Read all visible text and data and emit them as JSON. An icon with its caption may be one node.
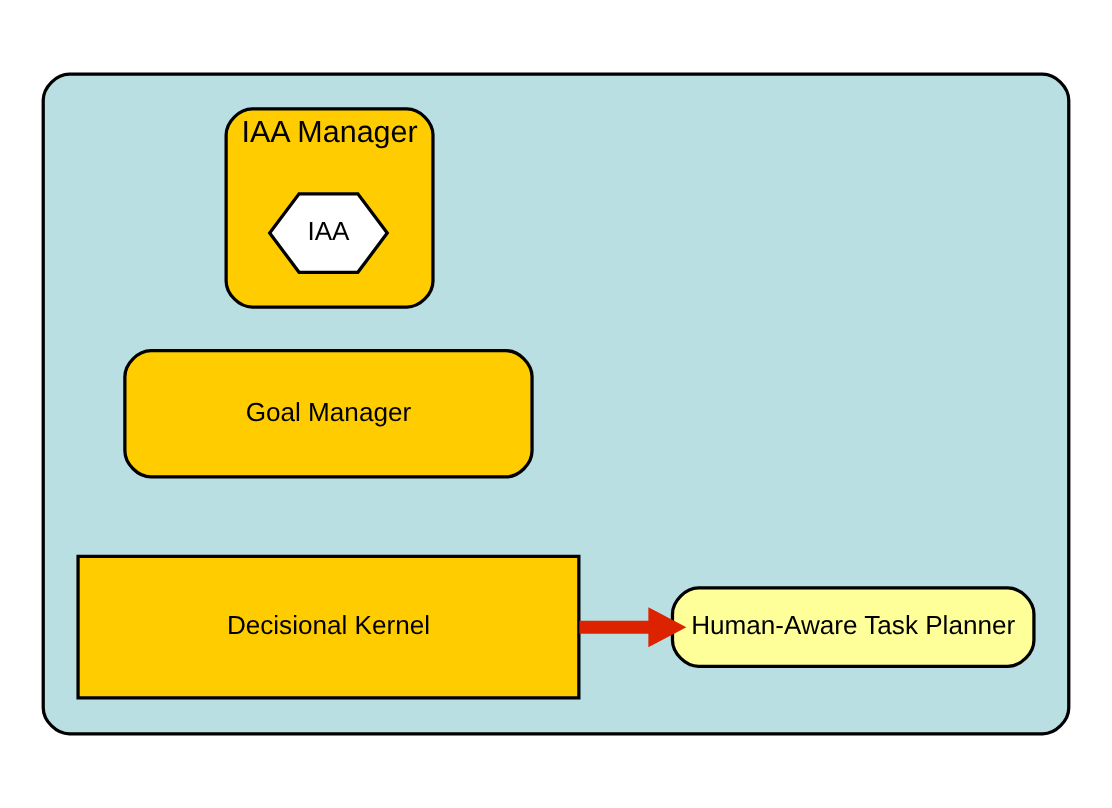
{
  "diagram": {
    "nodes": [
      {
        "text": [],
        "shape": "box"
      },
      {
        "text": [
          "Goal Manager"
        ],
        "in": 0
      },
      {
        "text": [
          "Decisional Kernel"
        ],
        "in": 0
      },
      {
        "text": [
          "Human-Aware Task Planner"
        ],
        "in": 0
      },
      {
        "text": [
          "IAA Manager"
        ],
        "in": 0
      },
      {
        "text": [
          "IAA"
        ],
        "in": 4
      }
    ],
    "edges": [
      {
        "from": 2,
        "to": 3,
        "arrow": "to",
        "color": "#dd2200"
      }
    ]
  }
}
